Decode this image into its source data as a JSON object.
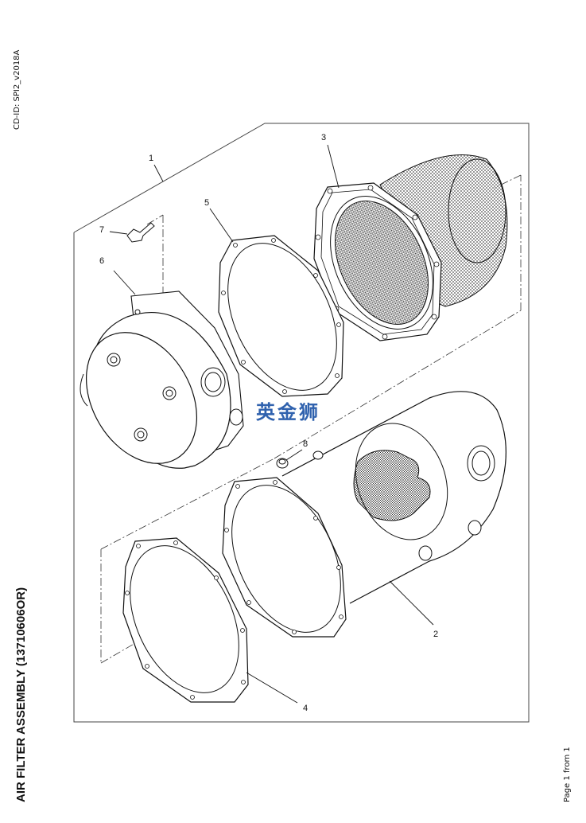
{
  "header": {
    "cd_id": "CD-ID: SPI2_v2018A"
  },
  "document": {
    "title": "AIR FILTER ASSEMBLY (13710606OR)",
    "page_info": "Page 1 from 1"
  },
  "watermark": {
    "text": "英金狮",
    "color": "#1f55a8"
  },
  "callouts": [
    {
      "id": "callout-1",
      "label": "1"
    },
    {
      "id": "callout-2",
      "label": "2"
    },
    {
      "id": "callout-3",
      "label": "3"
    },
    {
      "id": "callout-4",
      "label": "4"
    },
    {
      "id": "callout-5",
      "label": "5"
    },
    {
      "id": "callout-6",
      "label": "6"
    },
    {
      "id": "callout-7",
      "label": "7"
    },
    {
      "id": "callout-8",
      "label": "8"
    }
  ]
}
